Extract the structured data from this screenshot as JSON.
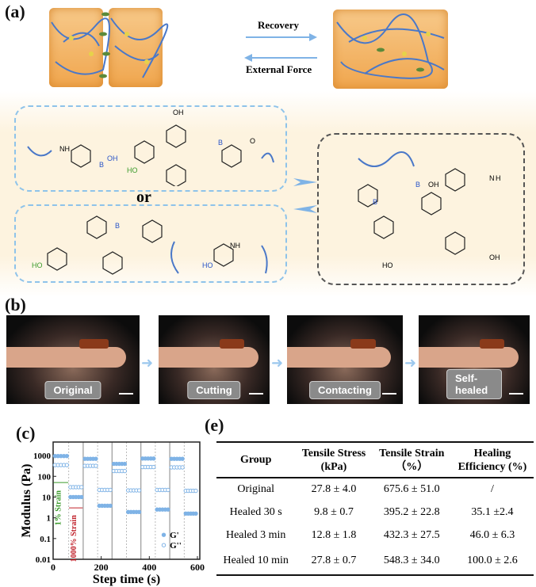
{
  "panel_a": {
    "label": "(a)",
    "recovery": "Recovery",
    "external_force": "External Force",
    "or": "or",
    "atoms": {
      "oh": "OH",
      "ho": "HO",
      "b": "B",
      "nh": "NH",
      "n": "N",
      "h": "H",
      "o": "O"
    }
  },
  "panel_b": {
    "label": "(b)",
    "photos": [
      "Original",
      "Cutting",
      "Contacting",
      "Self-healed"
    ]
  },
  "chart_data": {
    "type": "scatter",
    "label": "(c)",
    "xlabel": "Step time (s)",
    "ylabel": "Modulus (Pa)",
    "xlim": [
      0,
      610
    ],
    "ylim": [
      0.01,
      4500
    ],
    "yscale": "log",
    "xticks": [
      "0",
      "200",
      "400",
      "600"
    ],
    "yticks": [
      "0.01",
      "0.1",
      "1",
      "10",
      "100",
      "1000"
    ],
    "annotations": [
      "1% Strain",
      "1000% Strain"
    ],
    "step_boundaries": [
      65,
      125,
      185,
      245,
      305,
      365,
      425,
      485,
      545
    ],
    "segments": [
      [
        0,
        65
      ],
      [
        65,
        125
      ],
      [
        125,
        185
      ],
      [
        185,
        245
      ],
      [
        245,
        305
      ],
      [
        305,
        365
      ],
      [
        365,
        425
      ],
      [
        425,
        485
      ],
      [
        485,
        545
      ],
      [
        545,
        600
      ]
    ],
    "series": [
      {
        "name": "G'",
        "marker": "filled",
        "values": [
          950,
          10,
          700,
          3.8,
          400,
          1.9,
          720,
          2.5,
          700,
          1.6
        ]
      },
      {
        "name": "G''",
        "marker": "open",
        "values": [
          350,
          30,
          320,
          22,
          180,
          21,
          280,
          22,
          270,
          20
        ]
      }
    ],
    "legend": "bottom-right",
    "color": "#7fb3e6"
  },
  "panel_e": {
    "label": "(e)",
    "headers": [
      [
        "Group",
        ""
      ],
      [
        "Tensile Stress",
        "(kPa)"
      ],
      [
        "Tensile Strain",
        "（%）"
      ],
      [
        "Healing",
        "Efficiency (%)"
      ]
    ],
    "rows": [
      [
        "Original",
        "27.8 ± 4.0",
        "675.6 ± 51.0",
        "/"
      ],
      [
        "Healed 30 s",
        "9.8 ± 0.7",
        "395.2 ± 22.8",
        "35.1 ±2.4"
      ],
      [
        "Healed 3 min",
        "12.8 ± 1.8",
        "432.3 ± 27.5",
        "46.0 ± 6.3"
      ],
      [
        "Healed 10 min",
        "27.8 ± 0.7",
        "548.3 ± 34.0",
        "100.0 ± 2.6"
      ]
    ]
  }
}
